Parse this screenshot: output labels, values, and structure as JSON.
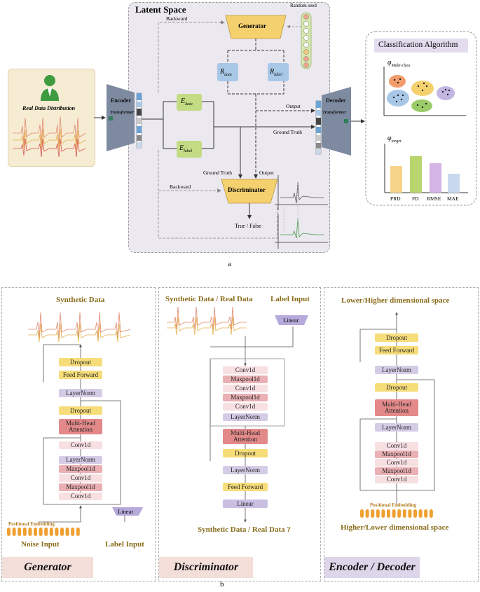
{
  "top": {
    "latent_space": "Latent Space",
    "random_seed": "Random seed",
    "generator": "Generator",
    "discriminator": "Discriminator",
    "encoder": "Encoder",
    "decoder": "Decoder",
    "transformer": "Transformer",
    "real_data": "Real Data Distribution",
    "r_data": "R",
    "r_data_sub": "data",
    "r_label": "R",
    "r_label_sub": "label",
    "e_data": "E",
    "e_data_sub": "data",
    "e_label": "E",
    "e_label_sub": "label",
    "backward_top": "Backward",
    "backward_mid": "Backward",
    "output_top": "Output",
    "output_mid": "Output",
    "ground_truth_right": "Ground Truth",
    "ground_truth_mid": "Ground Truth",
    "true_false": "True / False",
    "classification": "Classification Algorithm",
    "phi_multi": "φ",
    "phi_multi_sub": "Multi-class",
    "phi_target": "φ",
    "phi_target_sub": "target",
    "metrics": [
      "PRD",
      "FD",
      "RMSE",
      "MAE"
    ],
    "metric_colors": [
      "#f6d48a",
      "#b8d66d",
      "#d4b4e4",
      "#c8d8ee"
    ],
    "caption": "a"
  },
  "bottom": {
    "caption": "b",
    "generator": {
      "title": "Synthetic Data",
      "panel_label": "Generator",
      "noise_input": "Noise Input",
      "label_input": "Label Input",
      "positional": "Positional Embedding",
      "linear": "Linear",
      "dropout_top": "Dropout",
      "feed_forward": "Feed Forward",
      "layernorm_top": "LayerNorm",
      "dropout_mid": "Dropout",
      "mha": "Multi-Head Attention",
      "conv1": "Conv1d",
      "layernorm_low": "LayerNorm",
      "pool1": "Maxpool1d",
      "conv2": "Conv1d",
      "pool2": "Maxpool1d",
      "conv3": "Conv1d"
    },
    "discriminator": {
      "title": "Synthetic Data / Real Data",
      "label_input": "Label Input",
      "linear_top": "Linear",
      "panel_label": "Discriminator",
      "question": "Synthetic Data / Real Data ?",
      "conv1": "Conv1d",
      "pool1": "Maxpool1d",
      "conv2": "Conv1d",
      "pool2": "Maxpool1d",
      "conv3": "Conv1d",
      "layernorm1": "LayerNorm",
      "mha": "Multi-Head Attention",
      "dropout": "Dropout",
      "layernorm2": "LayerNorm",
      "feed_forward": "Feed Forward",
      "linear_bottom": "Linear"
    },
    "encdec": {
      "title": "Lower/Higher dimensional space",
      "panel_label": "Encoder / Decoder",
      "bottom_label": "Higher/Lower dimensional space",
      "positional": "Positional Embedding",
      "dropout_top": "Dropout",
      "feed_forward": "Feed Forward",
      "layernorm_top": "LayerNorm",
      "dropout_mid": "Dropout",
      "mha": "Multi-Head Attention",
      "layernorm_mid": "LayerNorm",
      "conv1": "Conv1d",
      "pool1": "Maxpool1d",
      "conv2": "Conv1d",
      "pool2": "Maxpool1d",
      "conv3": "Conv1d"
    }
  }
}
